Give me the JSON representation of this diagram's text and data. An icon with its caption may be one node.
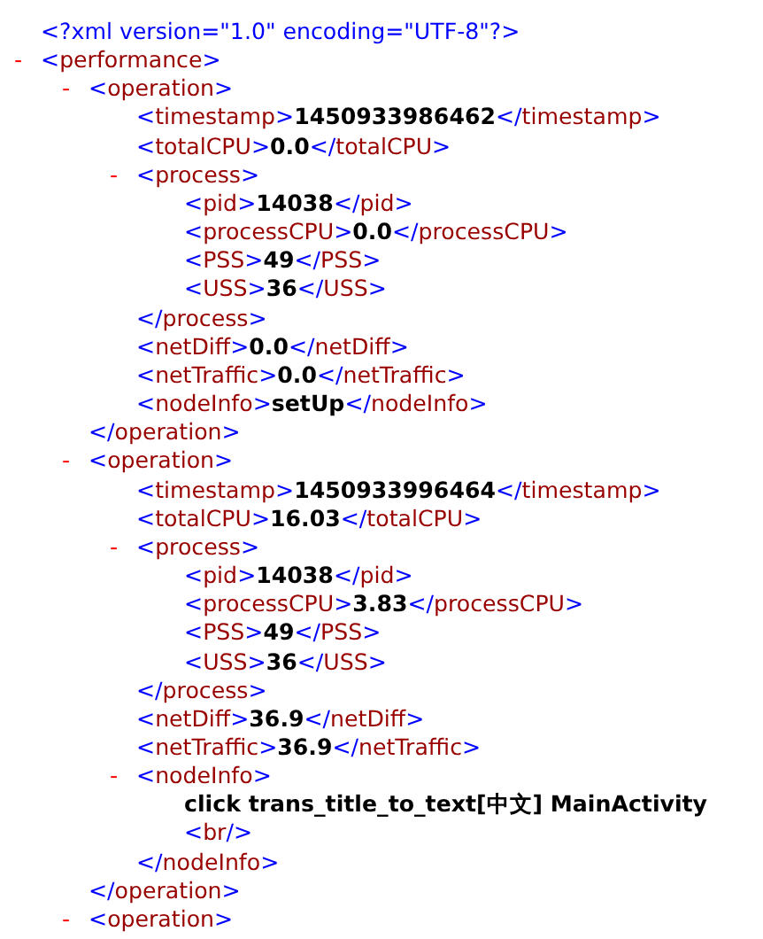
{
  "diagram": {
    "labels": [
      "<?xml version=\"1.0\" encoding=\"UTF-8\"?>",
      "-",
      "<performance>",
      "-",
      "<operation>",
      "<timestamp>**1450933986462**</timestamp>",
      "<totalCPU>**0.0**</totalCPU>",
      "-",
      "<process>",
      "<pid>**14038**</pid>",
      "<processCPU>**0.0**</processCPU>",
      "<PSS>**49**</PSS>",
      "<USS>**36**</USS>",
      "</process>",
      "<netDiff>**0.0**</netDiff>",
      "<netTraffic>**0.0**</netTraffic>",
      "<nodeInfo>**setUp**</nodeInfo>",
      "</operation>",
      "-",
      "<operation>",
      "<timestamp>**1450933996464**</timestamp>",
      "<totalCPU>**16.03**</totalCPU>",
      "-",
      "<process>",
      "<pid>**14038**</pid>",
      "<processCPU>**3.83**</processCPU>",
      "<PSS>**49**</PSS>",
      "<USS>**36**</USS>",
      "</process>",
      "<netDiff>**36.9**</netDiff>",
      "<netTraffic>**36.9**</netTraffic>",
      "-",
      "<nodeInfo>",
      "click trans_title_to_text[中文] MainActivity",
      "<br/>",
      "</nodeInfo>",
      "</operation>",
      "-",
      "<operation>"
    ]
  }
}
